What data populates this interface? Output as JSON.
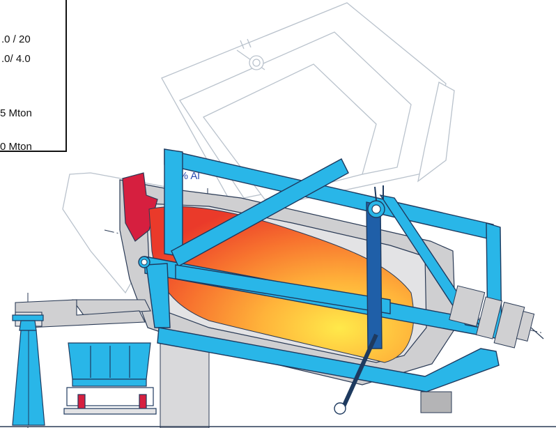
{
  "specs": {
    "line1": ".0 / 20",
    "line2": ".0/ 4.0",
    "line3": "5 Mton",
    "line4": "0 Mton"
  },
  "note": "90% Al",
  "colors": {
    "frame_blue": "#29b6e8",
    "frame_dark": "#1f5fa8",
    "outline": "#2a3a55",
    "ghost_outline": "#b9c2cc",
    "housing_gray": "#cfcfd1",
    "refractory_red": "#d61f3f",
    "note_blue": "#2a4bb0"
  }
}
